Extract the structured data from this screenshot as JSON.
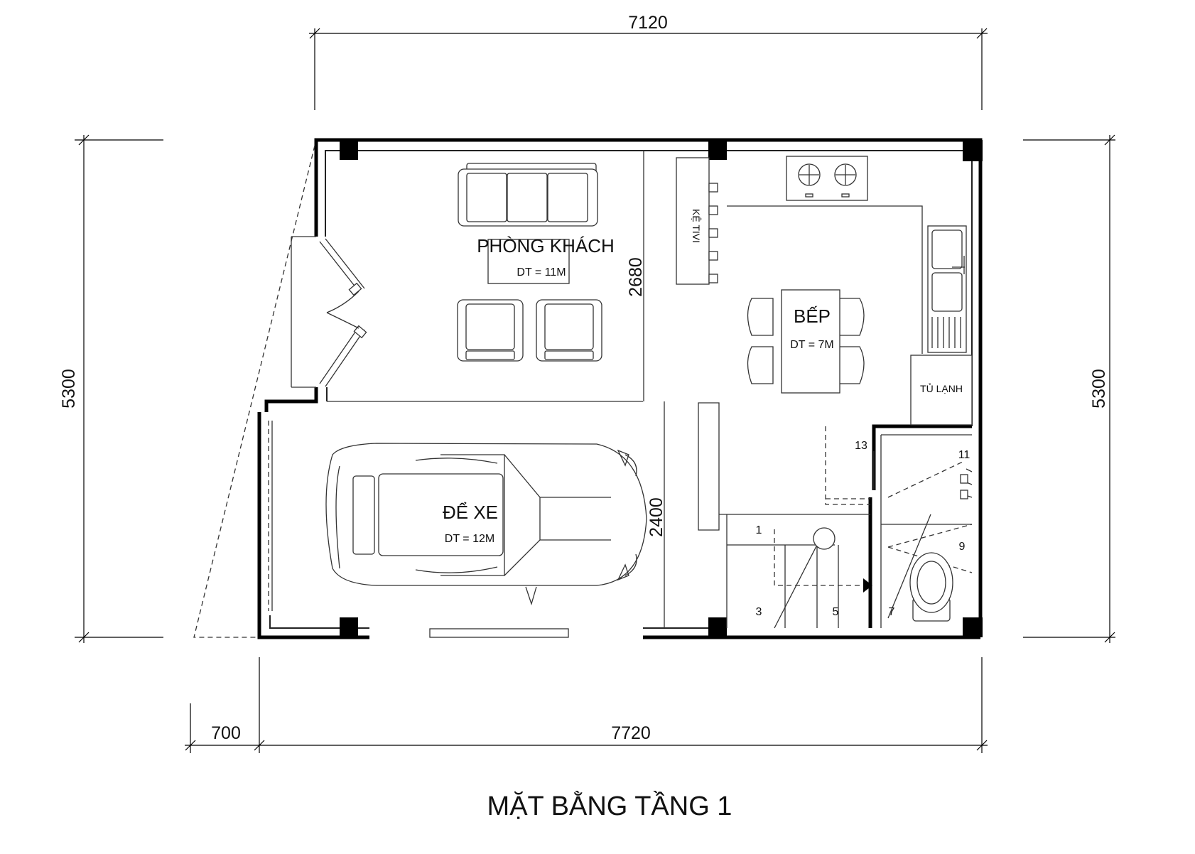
{
  "title": "MẶT BẰNG TẦNG 1",
  "dimensions": {
    "top_width": "7120",
    "bottom_width": "7720",
    "bottom_offset": "700",
    "left_height": "5300",
    "right_height": "5300",
    "living_depth": "2680",
    "garage_depth": "2400"
  },
  "rooms": {
    "living": {
      "name": "PHÒNG KHÁCH",
      "area": "DT = 11M"
    },
    "kitchen": {
      "name": "BẾP",
      "area": "DT = 7M"
    },
    "garage": {
      "name": "ĐỂ XE",
      "area": "DT = 12M"
    }
  },
  "furniture": {
    "tv_shelf": "KỆ TIVI",
    "fridge": "TỦ LẠNH"
  },
  "stair_steps": [
    "1",
    "3",
    "5",
    "7",
    "9",
    "11",
    "13"
  ]
}
